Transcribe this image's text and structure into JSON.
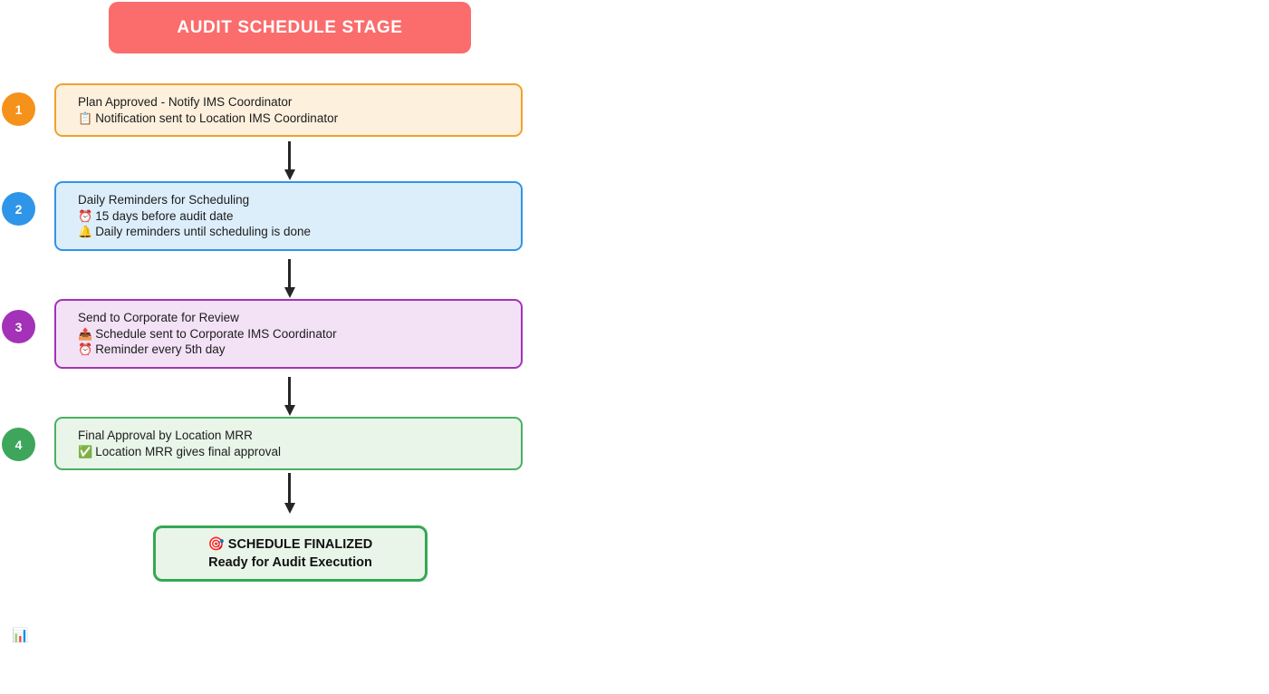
{
  "banner": {
    "title": "AUDIT SCHEDULE STAGE",
    "background_color": "#fb6c6c",
    "text_color": "#ffffff"
  },
  "steps": [
    {
      "number": "1",
      "badge_color": "#f5921b",
      "border_color": "#f0a22e",
      "background_color": "#fdf0dd",
      "title": "Plan Approved - Notify IMS Coordinator",
      "details": [
        {
          "icon": "clipboard-icon",
          "glyph": "📋",
          "text": "Notification sent to Location IMS Coordinator"
        }
      ]
    },
    {
      "number": "2",
      "badge_color": "#2f95e8",
      "border_color": "#2f95e8",
      "background_color": "#ddeefb",
      "title": "Daily Reminders for Scheduling",
      "details": [
        {
          "icon": "alarm-clock-icon",
          "glyph": "⏰",
          "text": "15 days before audit date"
        },
        {
          "icon": "bell-icon",
          "glyph": "🔔",
          "text": "Daily reminders until scheduling is done"
        }
      ]
    },
    {
      "number": "3",
      "badge_color": "#a332b8",
      "border_color": "#a332b8",
      "background_color": "#f3e2f6",
      "title": "Send to Corporate for Review",
      "details": [
        {
          "icon": "outbox-tray-icon",
          "glyph": "📤",
          "text": "Schedule sent to Corporate IMS Coordinator"
        },
        {
          "icon": "alarm-clock-icon",
          "glyph": "⏰",
          "text": "Reminder every 5th day"
        }
      ]
    },
    {
      "number": "4",
      "badge_color": "#3ea65a",
      "border_color": "#4caf62",
      "background_color": "#e9f5e9",
      "title": "Final Approval by Location MRR",
      "details": [
        {
          "icon": "check-mark-button-icon",
          "glyph": "✅",
          "text": "Location MRR gives final approval"
        }
      ]
    }
  ],
  "final": {
    "icon": "direct-hit-icon",
    "glyph": "🎯",
    "headline": "SCHEDULE FINALIZED",
    "subline": "Ready for Audit Execution",
    "border_color": "#35a853",
    "background_color": "#e9f5e9"
  },
  "footer": {
    "icon": "bar-chart-icon",
    "glyph": "📊"
  }
}
